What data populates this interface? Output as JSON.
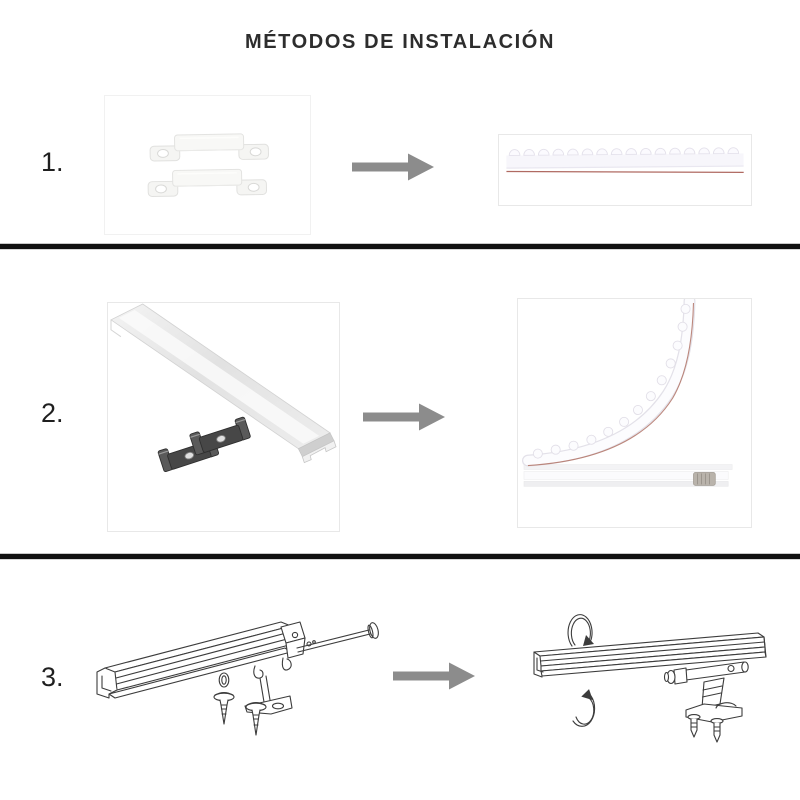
{
  "title": "MÉTODOS DE INSTALACIÓN",
  "steps": [
    {
      "number": "1.",
      "before_image": "silicone-fixing-clips-photo",
      "after_image": "led-strip-secured-by-clips-photo"
    },
    {
      "number": "2.",
      "before_image": "aluminium-profile-with-metal-clips-photo",
      "after_image": "flexible-led-strip-bent-over-profile-photo"
    },
    {
      "number": "3.",
      "before_image": "track-bracket-bolt-and-screws-exploded-drawing",
      "after_image": "assembled-track-with-rotation-arrows-drawing"
    }
  ],
  "colors": {
    "arrow": "#8c8c8c",
    "divider": "#111111",
    "title_text": "#2d2d2d",
    "step_number_text": "#1f1f1f",
    "photo_border": "#e8e8e8",
    "strip_wire_red": "#b06a62",
    "aluminum_light": "#f4f4f4",
    "aluminum_dark": "#d9d9d9",
    "clip_metal_dark": "#474747",
    "line_drawing_stroke": "#3c3c3c"
  }
}
